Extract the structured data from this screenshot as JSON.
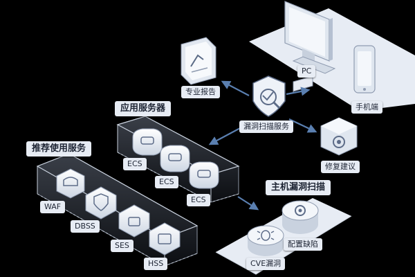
{
  "groups": {
    "recommended": "推荐使用服务",
    "app_servers": "应用服务器",
    "host_scan": "主机漏洞扫描"
  },
  "services": {
    "waf": "WAF",
    "dbss": "DBSS",
    "ses": "SES",
    "hss": "HSS"
  },
  "ecs": [
    "ECS",
    "ECS",
    "ECS"
  ],
  "center": {
    "scan_service": "漏洞扫描服务"
  },
  "nodes": {
    "report": "专业报告",
    "pc": "PC",
    "mobile": "手机端",
    "repair": "修复建议"
  },
  "host_items": {
    "cve": "CVE漏洞",
    "config": "配置缺陷"
  },
  "colors": {
    "background": "#000000",
    "platform": "#e7ecf4",
    "label_bg": "#e7ecf4",
    "arrow": "#5a7fb0",
    "dashed_box": "#9aa6b8"
  },
  "icons": [
    "shield-scan-icon",
    "report-doc-icon",
    "pc-monitor-icon",
    "mobile-phone-icon",
    "gear-icon",
    "bug-icon",
    "settings-gear-icon",
    "lock-icon",
    "shield-icon",
    "cloud-icon",
    "server-icon"
  ]
}
